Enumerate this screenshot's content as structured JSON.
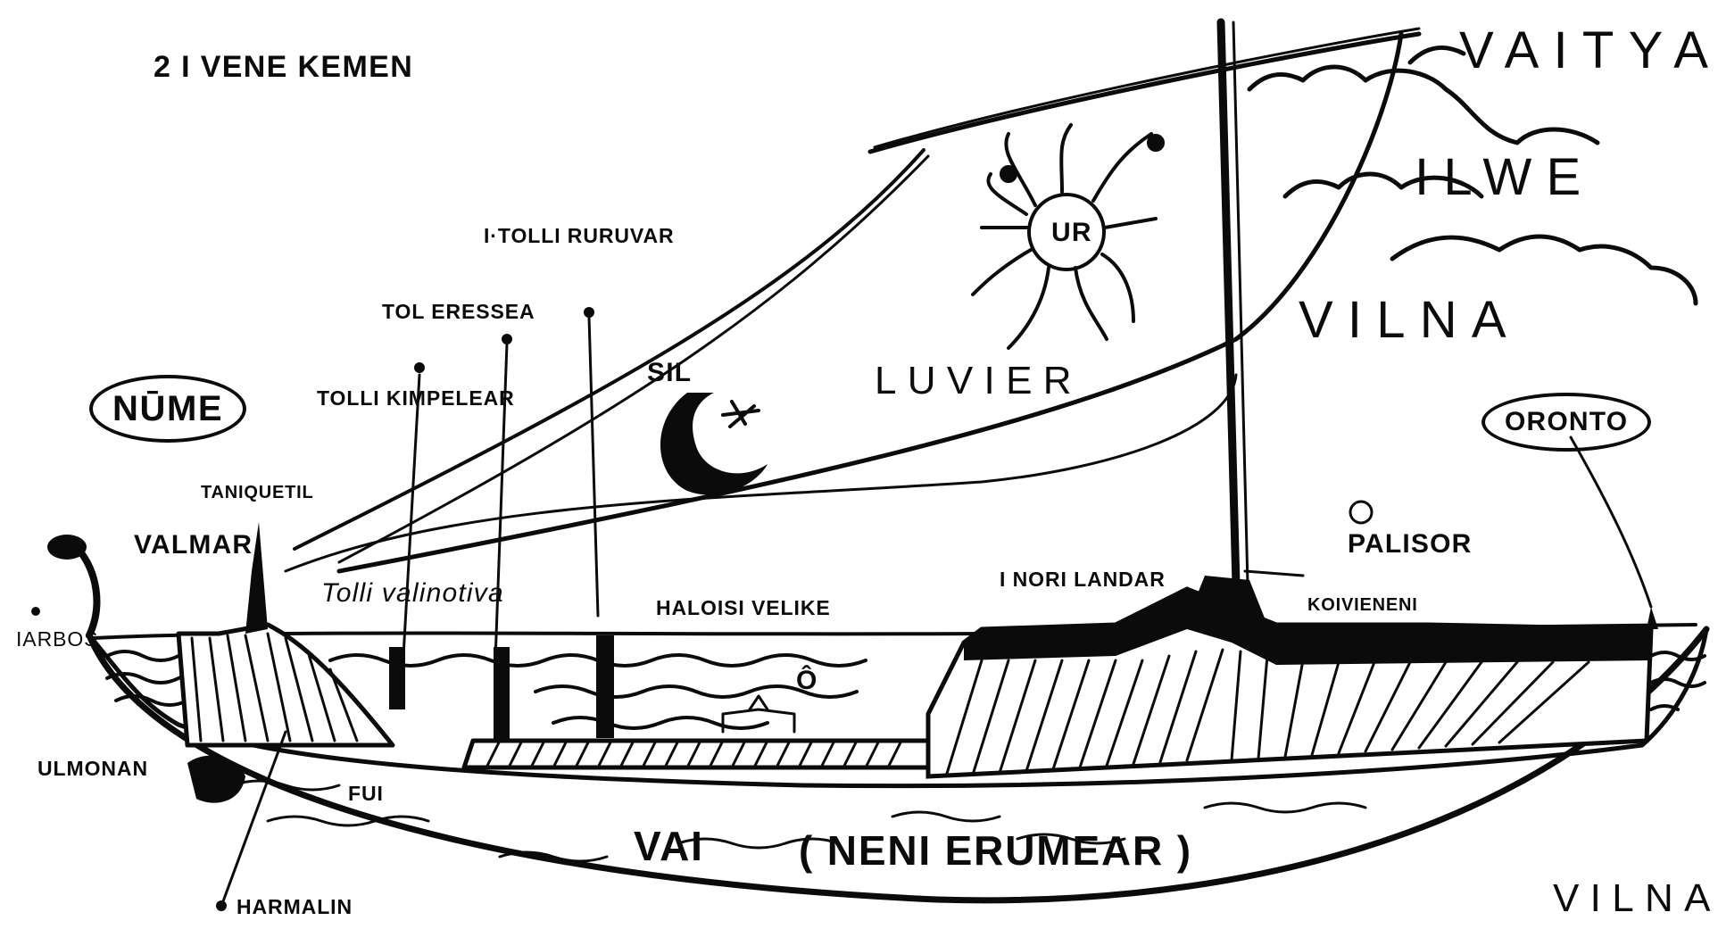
{
  "title": "2 I VENE KEMEN",
  "labels": {
    "vaitya": "VAITYA",
    "ilwe": "ILWE",
    "vilna_sky": "VILNA",
    "vilna_bottom": "VILNA",
    "ur": "UR",
    "luvier": "LUVIER",
    "sil": "SIL",
    "nume": "NŪME",
    "oronto": "ORONTO",
    "tolli_ruruvar": "I·TOLLI RURUVAR",
    "tol_eressea": "TOL ERESSEA",
    "tolli_kimpelear": "TOLLI KIMPELEAR",
    "taniquetil": "TANIQUETIL",
    "valmar": "VALMAR",
    "iarbos": "IARBOS",
    "ulmonan": "ULMONAN",
    "harmalin": "HARMALIN",
    "tolli_valinotiva": "Tolli valinotiva",
    "haloisi_velike": "HALOISI VELIKE",
    "i_nori_landar": "I NORI LANDAR",
    "palisor": "PALISOR",
    "koivienemi": "KOIVIENENI",
    "vai": "VAI",
    "neni_erumear": "( NENI ERUMEAR )",
    "o_mark": "Ô",
    "fui": "FUI"
  },
  "colors": {
    "ink": "#0b0b0b",
    "paper": "#ffffff"
  }
}
